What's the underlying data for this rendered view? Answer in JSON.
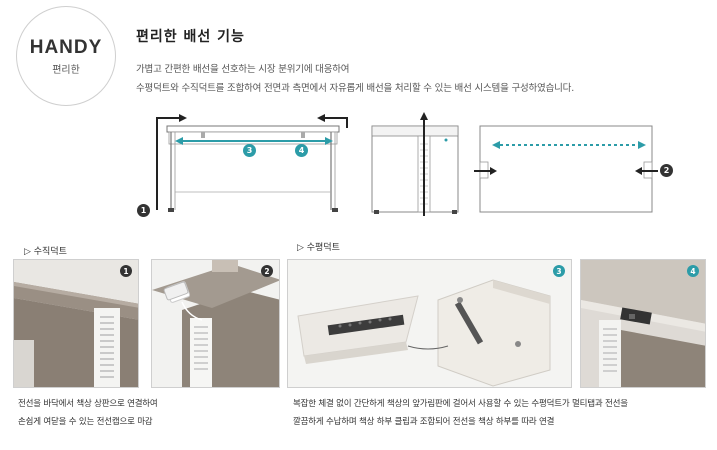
{
  "badge": {
    "title": "HANDY",
    "subtitle": "편리한"
  },
  "heading": "편리한 배선 기능",
  "intro": [
    "가볍고 간편한 배선을 선호하는 시장 분위기에 대응하여",
    "수평덕트와 수직덕트를 조합하여 전면과 측면에서 자유롭게 배선을 처리할 수 있는 배선 시스템을 구성하였습니다."
  ],
  "diagram_markers": [
    "1",
    "3",
    "4",
    "2"
  ],
  "sections": {
    "vertical": "▷ 수직덕트",
    "horizontal": "▷ 수평덕트"
  },
  "photo_markers": [
    "1",
    "2",
    "3",
    "4"
  ],
  "captions": {
    "vertical": [
      "전선을 바닥에서 책상 상판으로 연결하여",
      "손쉽게 여닫을 수 있는 전선캡으로 마감"
    ],
    "horizontal": [
      "복잡한 체결 없이 간단하게 책상의 앞가림판에 걸어서 사용할 수 있는 수평덕트가 멀티탭과 전선을",
      "깔끔하게 수납하며 책상 하부 클립과 조합되어 전선을 책상 하부를 따라 연결"
    ]
  },
  "colors": {
    "accent": "#2c9ca8",
    "marker_dark": "#333333"
  }
}
